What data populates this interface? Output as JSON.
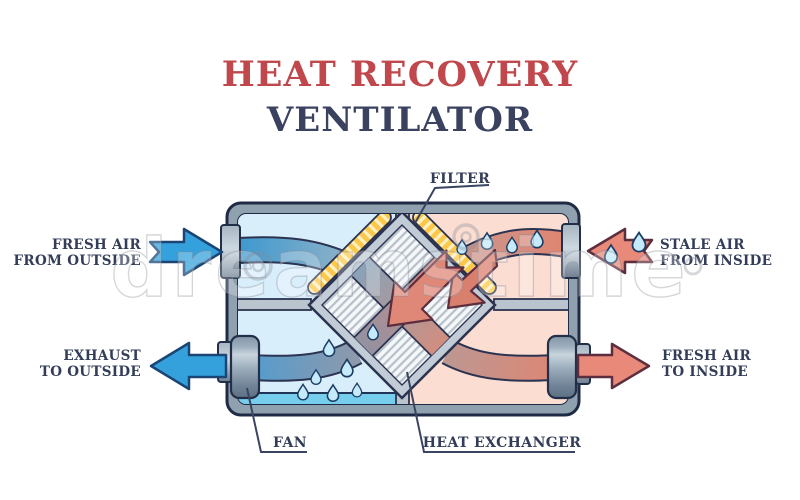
{
  "title": {
    "line1": "HEAT RECOVERY",
    "line2": "VENTILATOR",
    "color_line1": "#c0474b",
    "color_line2": "#3a4260"
  },
  "labels": {
    "fresh_outside": {
      "line1": "FRESH AIR",
      "line2": "FROM OUTSIDE"
    },
    "exhaust_outside": {
      "line1": "EXHAUST",
      "line2": "TO OUTSIDE"
    },
    "stale_inside": {
      "line1": "STALE AIR",
      "line2": "FROM INSIDE"
    },
    "fresh_inside": {
      "line1": "FRESH AIR",
      "line2": "TO INSIDE"
    },
    "filter": "FILTER",
    "fan": "FAN",
    "heat_exchanger": "HEAT EXCHANGER"
  },
  "watermark": {
    "text": "dreamstime"
  },
  "colors": {
    "cold_air_blue": "#35a1dc",
    "cold_outline": "#1a4574",
    "warm_air_salmon": "#e8897a",
    "warm_outline": "#5d2e3e",
    "left_chamber": "#d9eefb",
    "right_chamber": "#fbddd2",
    "condensate_pool": "#76cdec",
    "casing_gray": "#8fa0af",
    "filter_yellow": "#fbc84a",
    "label_navy": "#333d58",
    "droplet_blue": "#c4eafb"
  }
}
